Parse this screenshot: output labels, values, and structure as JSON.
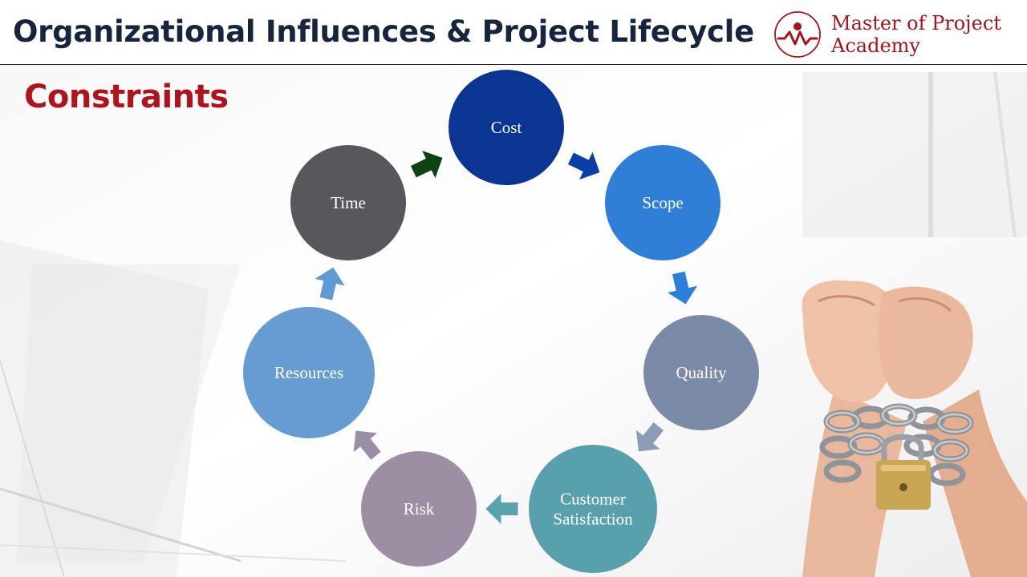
{
  "header": {
    "title": "Organizational Influences & Project Lifecycle"
  },
  "logo": {
    "line1": "Master of Project",
    "line2": "Academy",
    "color": "#a2151c"
  },
  "subtitle": "Constraints",
  "diagram": {
    "nodes": [
      {
        "id": "cost",
        "lines": [
          "Cost"
        ],
        "color": "#0a3592"
      },
      {
        "id": "scope",
        "lines": [
          "Scope"
        ],
        "color": "#2f7fd7"
      },
      {
        "id": "quality",
        "lines": [
          "Quality"
        ],
        "color": "#7b8ba7"
      },
      {
        "id": "customer-satisfaction",
        "lines": [
          "Customer",
          "Satisfaction"
        ],
        "color": "#57a0ac"
      },
      {
        "id": "risk",
        "lines": [
          "Risk"
        ],
        "color": "#9c8fa4"
      },
      {
        "id": "resources",
        "lines": [
          "Resources"
        ],
        "color": "#669cd2"
      },
      {
        "id": "time",
        "lines": [
          "Time"
        ],
        "color": "#58575c"
      }
    ],
    "arrow_colors": [
      "#0a3ea8",
      "#2a7fd8",
      "#8d9bb6",
      "#57a3ae",
      "#9b8fa5",
      "#5f9bd3",
      "#0c4214"
    ]
  },
  "image": {
    "icon": "chained-hands-padlock"
  }
}
